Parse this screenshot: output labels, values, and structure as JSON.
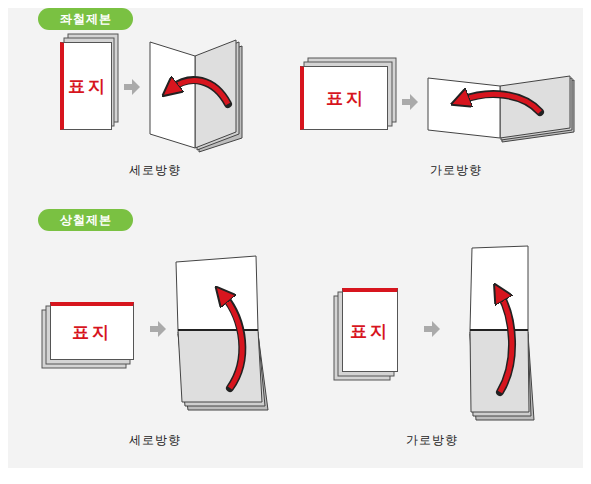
{
  "diagram": {
    "nodes": [
      {
        "text": [
          "좌철제본"
        ]
      },
      {
        "text": [
          "표지"
        ]
      },
      {
        "text": [
          "표지"
        ]
      },
      {
        "text": [
          "상철제본"
        ]
      },
      {
        "text": [
          "표지"
        ]
      },
      {
        "text": [
          "표지"
        ]
      }
    ],
    "labels": [
      "세로방향",
      "가로방향",
      "세로방향",
      "가로방향"
    ]
  }
}
